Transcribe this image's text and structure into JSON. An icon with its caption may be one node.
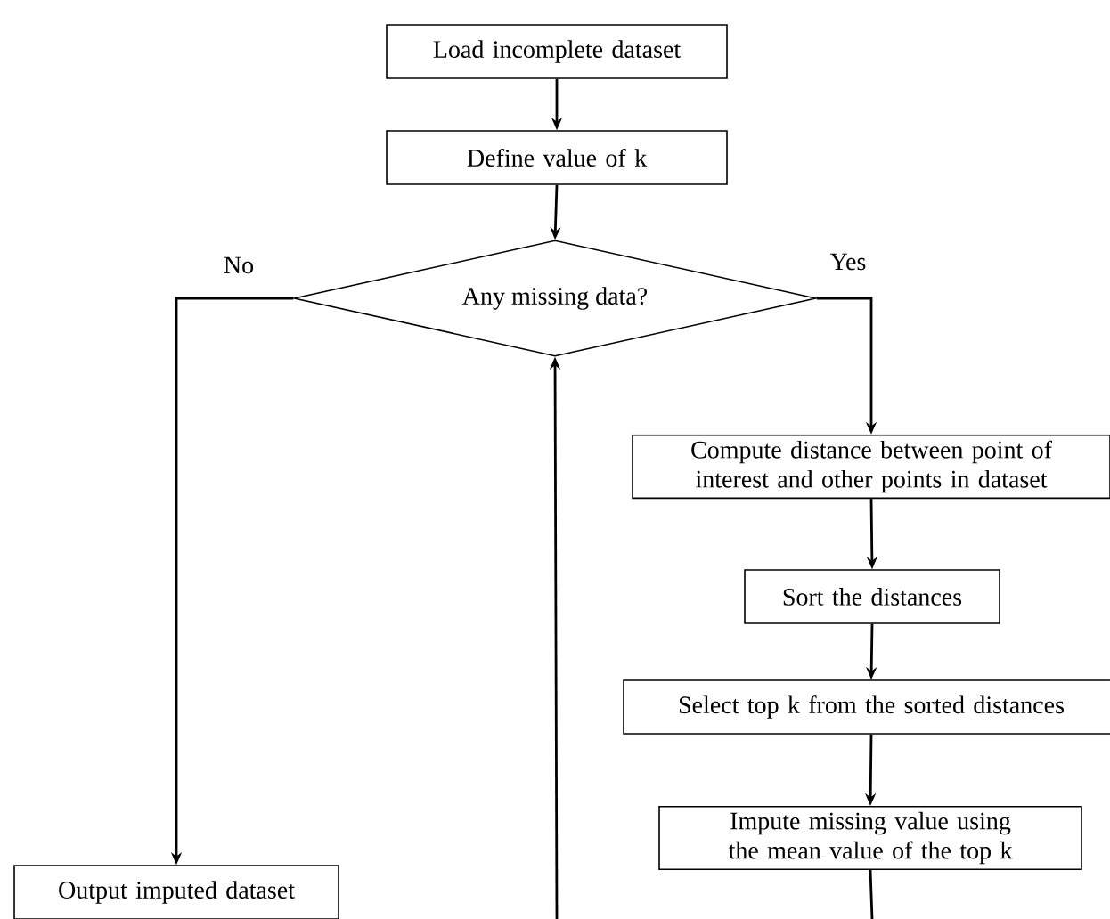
{
  "diagram": {
    "nodes": [
      {
        "text": [
          "Load incomplete dataset"
        ]
      },
      {
        "text": [
          "Define value of k"
        ]
      },
      {
        "text": [
          "Any missing data?"
        ]
      },
      {
        "text": [
          "Compute distance between point of interest and other points in dataset"
        ]
      },
      {
        "text": [
          "Sort the distances"
        ]
      },
      {
        "text": [
          "Select top k from the sorted distances"
        ]
      },
      {
        "text": [
          "Impute missing value using the mean value of the top k"
        ]
      },
      {
        "text": [
          "Output imputed dataset"
        ]
      }
    ],
    "edges": [
      {
        "from": 0,
        "to": 1,
        "arrow": "to"
      },
      {
        "from": 1,
        "to": 2,
        "arrow": "to"
      },
      {
        "from": 2,
        "to": 7,
        "arrow": "to",
        "label": "No"
      },
      {
        "from": 2,
        "to": 3,
        "arrow": "to",
        "label": "Yes"
      },
      {
        "from": 3,
        "to": 4,
        "arrow": "to"
      },
      {
        "from": 4,
        "to": 5,
        "arrow": "to"
      },
      {
        "from": 5,
        "to": 6,
        "arrow": "to"
      },
      {
        "from": 6,
        "to": null,
        "arrow": "none"
      },
      {
        "from": null,
        "to": 2,
        "arrow": "to"
      }
    ]
  }
}
